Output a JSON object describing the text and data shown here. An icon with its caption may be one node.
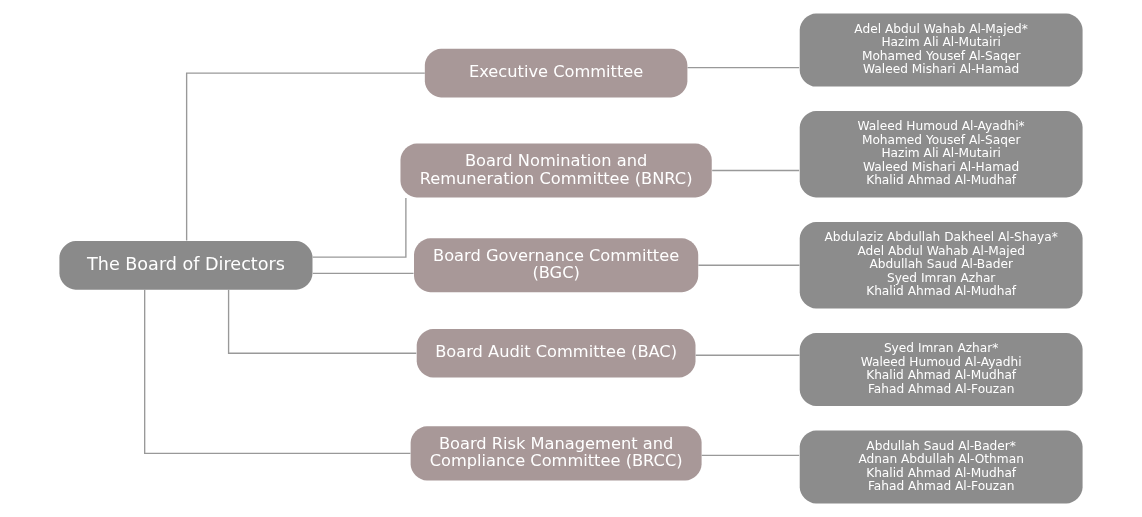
{
  "diagram": {
    "nodes": [
      {
        "text": [
          "The Board of Directors"
        ]
      },
      {
        "text": [
          "Executive Committee"
        ]
      },
      {
        "text": [
          "Adel Abdul Wahab Al-Majed*",
          "Hazim Ali Al-Mutairi",
          "Mohamed Yousef Al-Saqer",
          "Waleed Mishari Al-Hamad"
        ]
      },
      {
        "text": [
          "Board Nomination and Remuneration Committee (BNRC)"
        ]
      },
      {
        "text": [
          "Waleed Humoud Al-Ayadhi*",
          "Mohamed Yousef Al-Saqer",
          "Hazim Ali Al-Mutairi",
          "Waleed Mishari Al-Hamad",
          "Khalid Ahmad Al-Mudhaf"
        ]
      },
      {
        "text": [
          "Board Governance Committee (BGC)"
        ]
      },
      {
        "text": [
          "Abdulaziz Abdullah Dakheel Al-Shaya*",
          "Adel Abdul Wahab Al-Majed",
          "Abdullah Saud Al-Bader",
          "Syed Imran Azhar",
          "Khalid Ahmad Al-Mudhaf"
        ]
      },
      {
        "text": [
          "Board Audit Committee (BAC)"
        ]
      },
      {
        "text": [
          "Syed Imran Azhar*",
          "Waleed Humoud Al-Ayadhi",
          "Khalid Ahmad Al-Mudhaf",
          "Fahad Ahmad Al-Fouzan"
        ]
      },
      {
        "text": [
          "Board Risk Management and Compliance Committee (BRCC)"
        ]
      },
      {
        "text": [
          "Abdullah Saud Al-Bader*",
          "Adnan Abdullah Al-Othman",
          "Khalid Ahmad Al-Mudhaf",
          "Fahad Ahmad Al-Fouzan"
        ]
      }
    ],
    "edges": [
      {
        "from": 0,
        "to": 1,
        "arrow": "none"
      },
      {
        "from": 0,
        "to": 3,
        "arrow": "none"
      },
      {
        "from": 0,
        "to": 5,
        "arrow": "none"
      },
      {
        "from": 0,
        "to": 7,
        "arrow": "none"
      },
      {
        "from": 0,
        "to": 9,
        "arrow": "none"
      },
      {
        "from": 1,
        "to": 2,
        "arrow": "none"
      },
      {
        "from": 3,
        "to": 4,
        "arrow": "none"
      },
      {
        "from": 5,
        "to": 6,
        "arrow": "none"
      },
      {
        "from": 7,
        "to": 8,
        "arrow": "none"
      },
      {
        "from": 9,
        "to": 10,
        "arrow": "none"
      }
    ]
  }
}
